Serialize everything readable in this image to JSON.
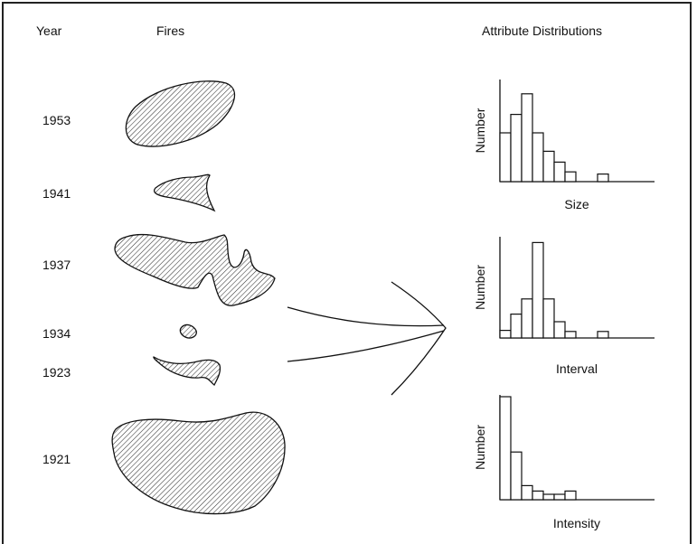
{
  "headers": {
    "year": "Year",
    "fires": "Fires",
    "attributes": "Attribute Distributions"
  },
  "years": [
    "1953",
    "1941",
    "1937",
    "1934",
    "1923",
    "1921"
  ],
  "panels": [
    {
      "xlabel": "Size",
      "ylabel": "Number",
      "values": [
        4.5,
        6.2,
        8.1,
        4.5,
        2.8,
        1.8,
        0.9,
        0,
        0,
        0.7,
        0,
        0,
        0
      ]
    },
    {
      "xlabel": "Interval",
      "ylabel": "Number",
      "values": [
        0.7,
        2.2,
        3.6,
        8.8,
        3.6,
        1.5,
        0.6,
        0,
        0,
        0.6,
        0,
        0,
        0
      ]
    },
    {
      "xlabel": "Intensity",
      "ylabel": "Number",
      "values": [
        9.5,
        4.4,
        1.3,
        0.8,
        0.5,
        0.5,
        0.8,
        0,
        0,
        0,
        0,
        0,
        0
      ]
    }
  ],
  "colors": {
    "line": "#111111",
    "hatch": "#333333",
    "fill": "#ffffff"
  }
}
